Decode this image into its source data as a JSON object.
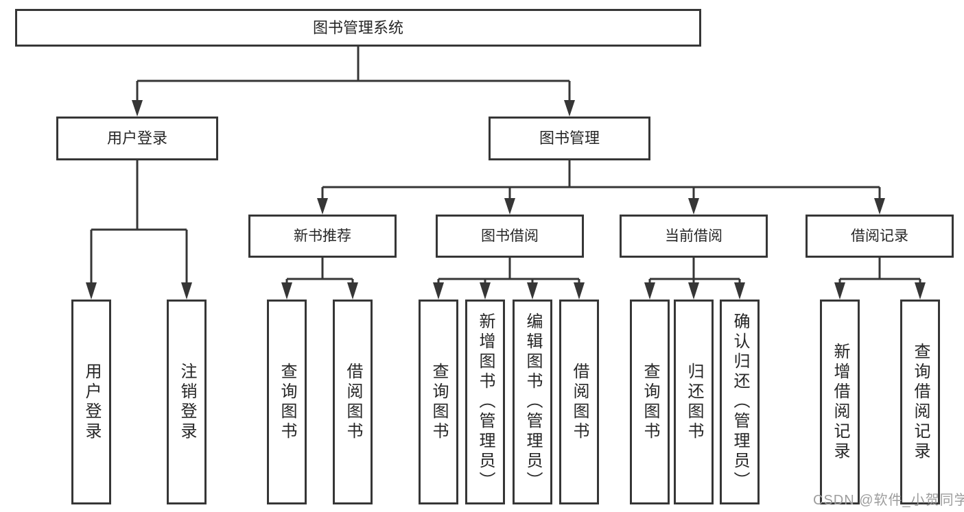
{
  "diagram": {
    "root": {
      "label": "图书管理系统"
    },
    "branches": [
      {
        "label": "用户登录",
        "children": [
          {
            "label": "用户登录"
          },
          {
            "label": "注销登录"
          }
        ]
      },
      {
        "label": "图书管理",
        "groups": [
          {
            "label": "新书推荐",
            "children": [
              {
                "label": "查询图书"
              },
              {
                "label": "借阅图书"
              }
            ]
          },
          {
            "label": "图书借阅",
            "children": [
              {
                "label": "查询图书"
              },
              {
                "label": "新增图书（管理员）"
              },
              {
                "label": "编辑图书（管理员）"
              },
              {
                "label": "借阅图书"
              }
            ]
          },
          {
            "label": "当前借阅",
            "children": [
              {
                "label": "查询图书"
              },
              {
                "label": "归还图书"
              },
              {
                "label": "确认归还（管理员）"
              }
            ]
          },
          {
            "label": "借阅记录",
            "children": [
              {
                "label": "新增借阅记录"
              },
              {
                "label": "查询借阅记录"
              }
            ]
          }
        ]
      }
    ]
  },
  "watermark": {
    "text": "CSDN @软件_小贺同学"
  },
  "colors": {
    "line": "#363636",
    "text": "#262626",
    "box_background": "#ffffff",
    "watermark": "#9d9d9d",
    "page_background": "#ffffff"
  }
}
